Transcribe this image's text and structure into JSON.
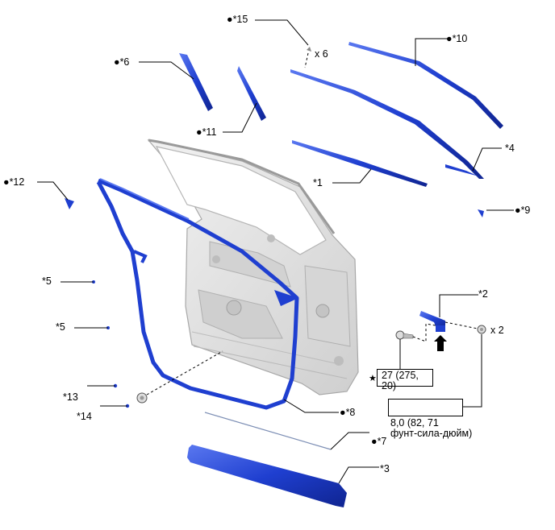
{
  "callouts": {
    "c15": {
      "marker": "●",
      "text": "*15"
    },
    "c10": {
      "marker": "●",
      "text": "*10"
    },
    "c6": {
      "marker": "●",
      "text": "*6"
    },
    "c11": {
      "marker": "●",
      "text": "*11"
    },
    "c4": {
      "marker": "",
      "text": "*4"
    },
    "c1": {
      "marker": "",
      "text": "*1"
    },
    "c12": {
      "marker": "●",
      "text": "*12"
    },
    "c9": {
      "marker": "●",
      "text": "*9"
    },
    "c5a": {
      "marker": "",
      "text": "*5"
    },
    "c2": {
      "marker": "",
      "text": "*2"
    },
    "c5b": {
      "marker": "",
      "text": "*5"
    },
    "c13": {
      "marker": "",
      "text": "*13"
    },
    "c14": {
      "marker": "",
      "text": "*14"
    },
    "c8": {
      "marker": "●",
      "text": "*8"
    },
    "c7": {
      "marker": "●",
      "text": "*7"
    },
    "c3": {
      "marker": "",
      "text": "*3"
    }
  },
  "quantities": {
    "clips_15": "x 6",
    "bolts_2": "x 2"
  },
  "torques": {
    "star_symbol": "★",
    "screw": {
      "line1": "27 (275,",
      "line2": "20)"
    },
    "bolt": {
      "line1": "8,0 (82, 71",
      "line2": "фунт-сила-дюйм)"
    }
  },
  "colors": {
    "part_blue": "#1f3fd0",
    "part_blue_dark": "#0f2490",
    "part_blue_light": "#5a78f0",
    "door_gray": "#e0e0e0",
    "door_outline": "#a8a8a8",
    "leader": "#000000"
  }
}
